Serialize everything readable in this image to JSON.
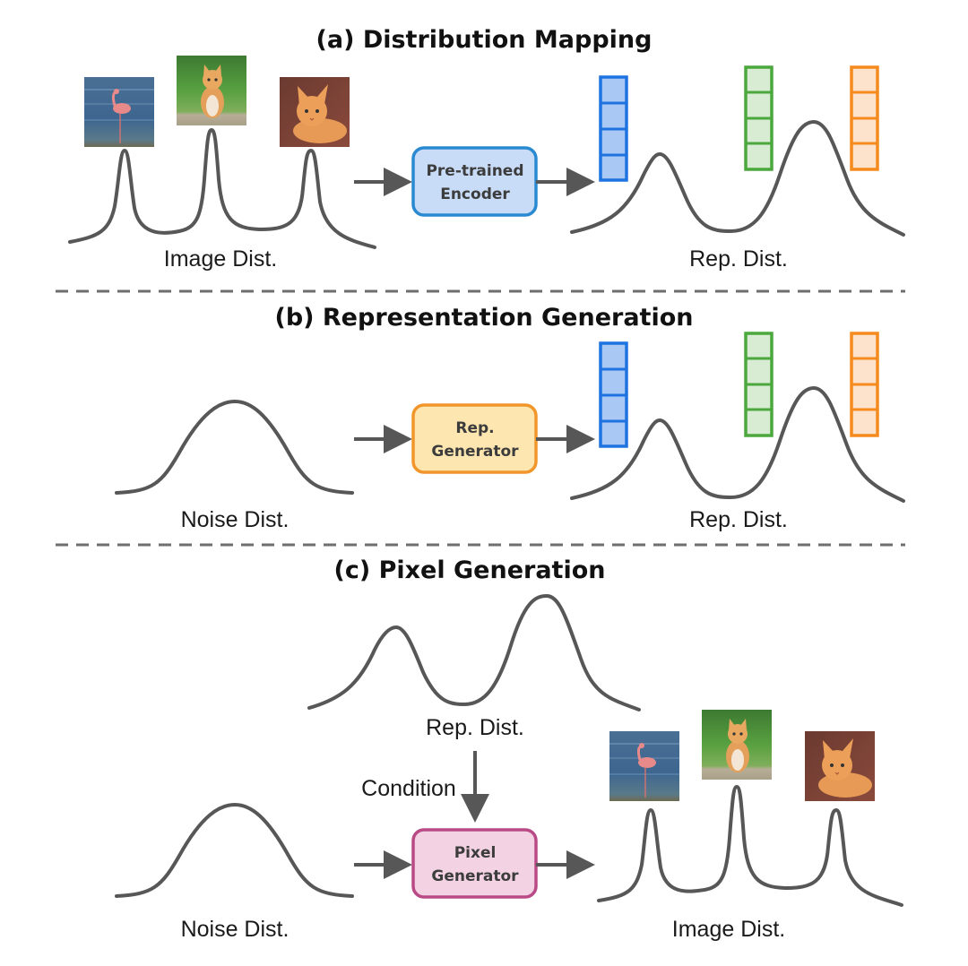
{
  "panels": {
    "a": {
      "title": "(a) Distribution Mapping",
      "input_label": "Image Dist.",
      "module_label_line1": "Pre-trained",
      "module_label_line2": "Encoder",
      "output_label": "Rep. Dist."
    },
    "b": {
      "title": "(b) Representation Generation",
      "input_label": "Noise Dist.",
      "module_label_line1": "Rep.",
      "module_label_line2": "Generator",
      "output_label": "Rep. Dist."
    },
    "c": {
      "title": "(c) Pixel Generation",
      "condition_source_label": "Rep. Dist.",
      "condition_label": "Condition",
      "input_label": "Noise Dist.",
      "module_label_line1": "Pixel",
      "module_label_line2": "Generator",
      "output_label": "Image Dist."
    }
  },
  "thumbnails": [
    "flamingo-in-water",
    "kitten-on-grass",
    "kitten-lying-down"
  ],
  "colors": {
    "encoder": {
      "fill": "#c9dcf7",
      "stroke": "#2a8ad1"
    },
    "rep_generator": {
      "fill": "#fde6b0",
      "stroke": "#f0962b"
    },
    "pixel_generator": {
      "fill": "#f3d3e3",
      "stroke": "#b94a86"
    },
    "vector_blue": {
      "fill": "#a9c8f4",
      "stroke": "#1e73e0"
    },
    "vector_green": {
      "fill": "#d8ebd3",
      "stroke": "#4aa83c"
    },
    "vector_orange": {
      "fill": "#fde3cc",
      "stroke": "#f58a1f"
    }
  }
}
